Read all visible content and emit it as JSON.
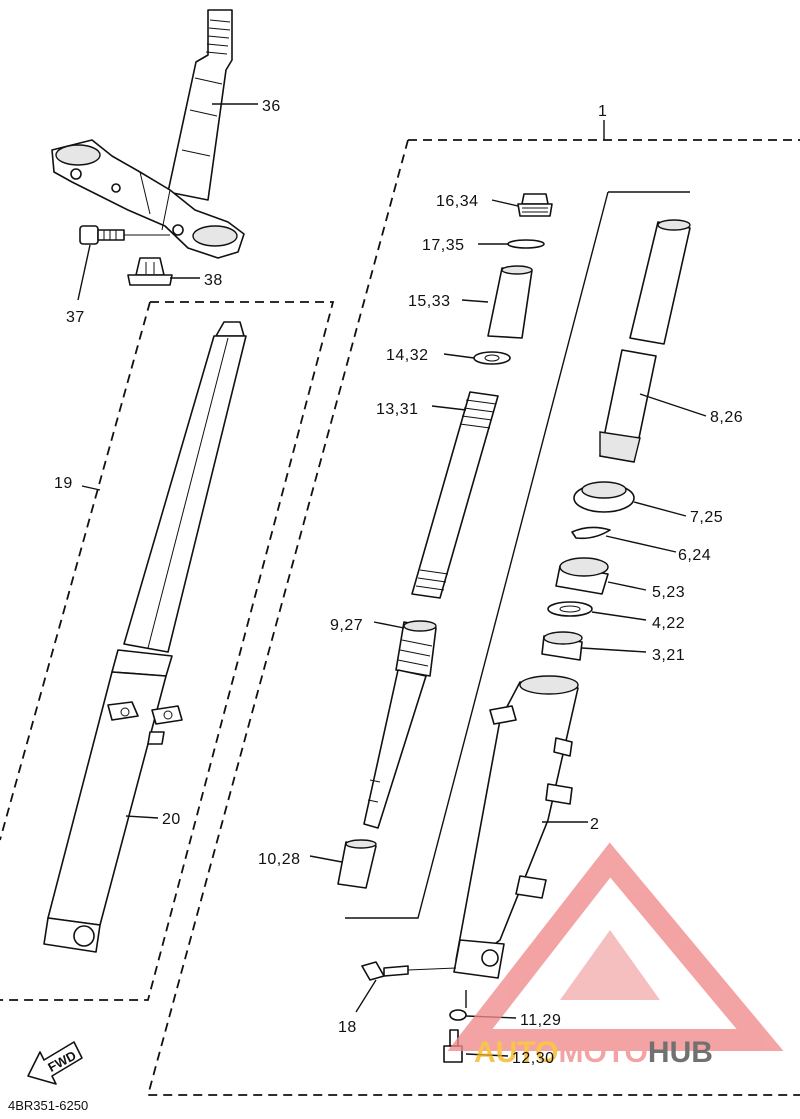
{
  "diagram": {
    "labels": {
      "l1": "1",
      "l2": "2",
      "l3": "3,21",
      "l4": "4,22",
      "l5": "5,23",
      "l6": "6,24",
      "l7": "7,25",
      "l8": "8,26",
      "l9": "9,27",
      "l10": "10,28",
      "l11": "11,29",
      "l12": "12,30",
      "l13": "13,31",
      "l14": "14,32",
      "l15": "15,33",
      "l16": "16,34",
      "l17": "17,35",
      "l18": "18",
      "l19": "19",
      "l20": "20",
      "l36": "36",
      "l37": "37",
      "l38": "38"
    },
    "fwd_badge": "FWD",
    "drawing_code": "4BR351-6250"
  },
  "watermark": {
    "part1": "AUTO",
    "part2": "MOTO",
    "part3": "HUB",
    "colors": {
      "triangle": "#f08a8a",
      "auto": "#f5b51c",
      "moto": "#f08a8a",
      "hub": "#4a4a4a"
    }
  }
}
